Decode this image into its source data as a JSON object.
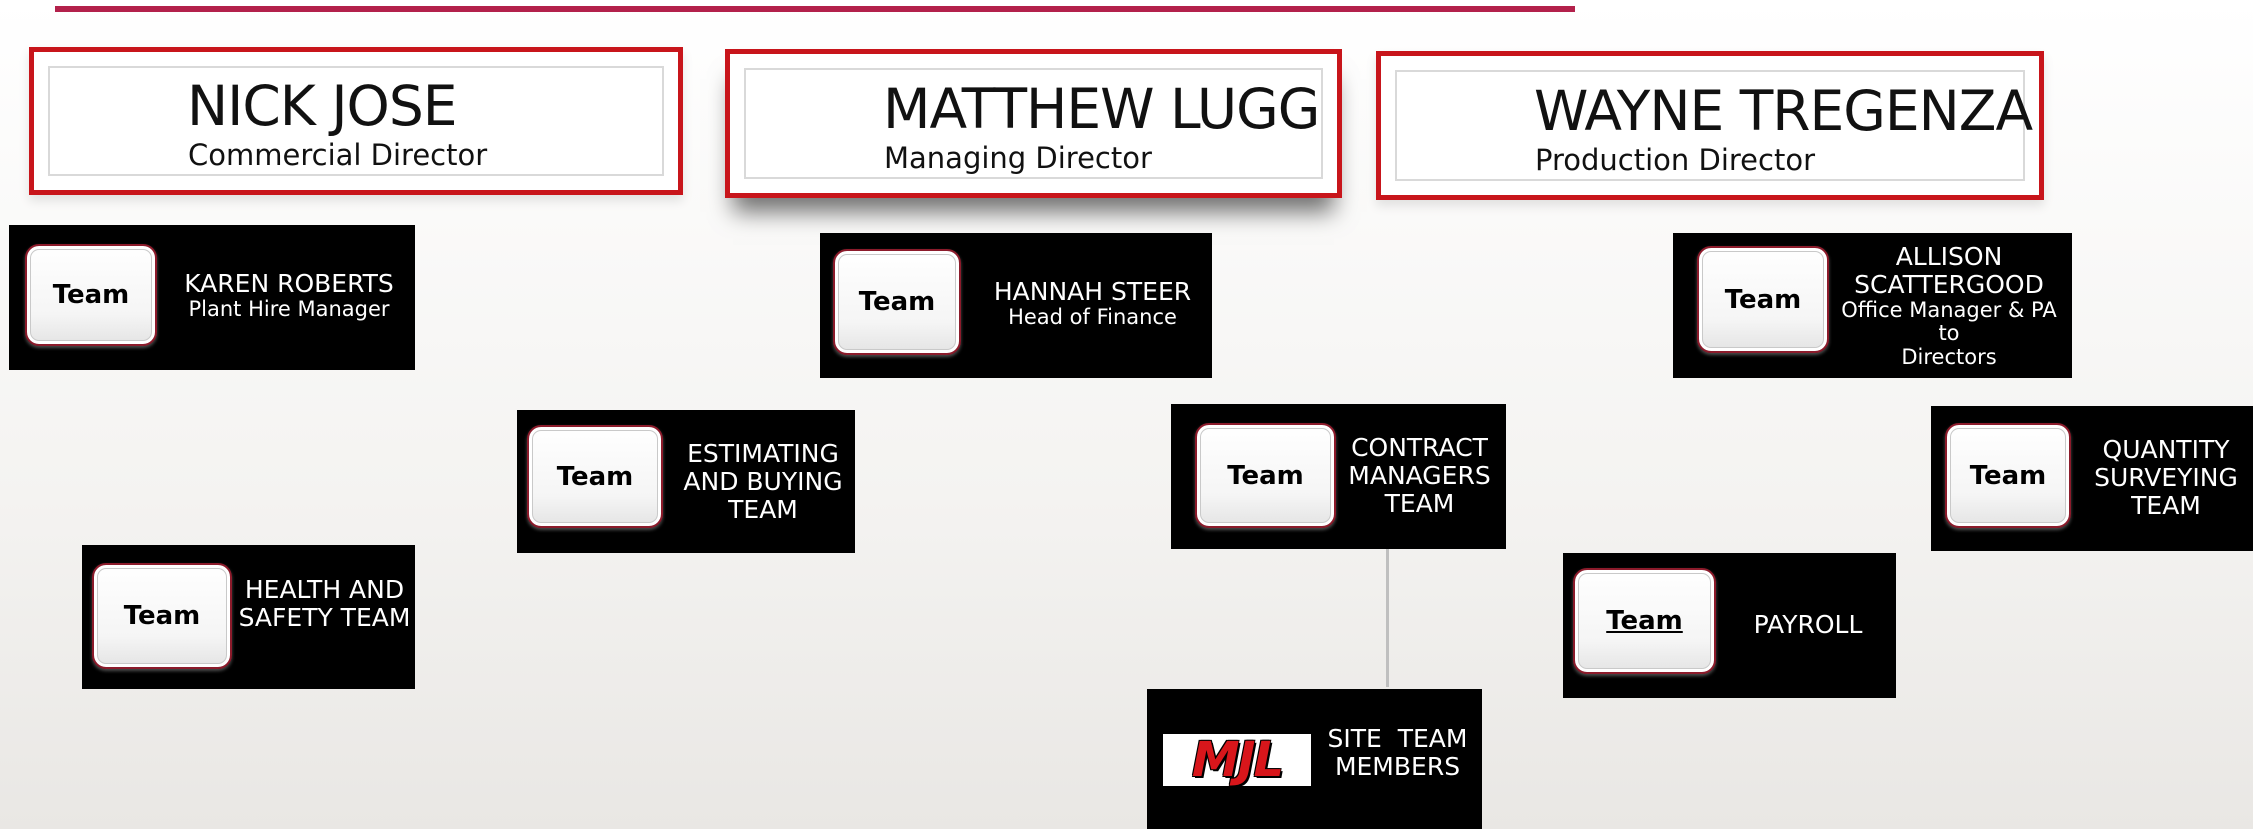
{
  "directors": {
    "nick": {
      "name": "NICK JOSE",
      "role": "Commercial Director"
    },
    "matthew": {
      "name": "MATTHEW LUGG",
      "role": "Managing Director"
    },
    "wayne": {
      "name": "WAYNE TREGENZA",
      "role": "Production Director"
    }
  },
  "team_label": "Team",
  "cards": {
    "karen": {
      "line1": "KAREN ROBERTS",
      "line2": "Plant Hire Manager"
    },
    "hannah": {
      "line1": "HANNAH STEER",
      "line2": "Head of Finance"
    },
    "allison": {
      "line1": "ALLISON",
      "line2": "SCATTERGOOD",
      "line3": "Office Manager & PA to",
      "line4": "Directors"
    },
    "estimating": {
      "line1": "ESTIMATING",
      "line2": "AND BUYING",
      "line3": "TEAM"
    },
    "contract": {
      "line1": "CONTRACT",
      "line2": "MANAGERS",
      "line3": "TEAM"
    },
    "quantity": {
      "line1": "QUANTITY",
      "line2": "SURVEYING",
      "line3": "TEAM"
    },
    "health": {
      "line1": "HEALTH AND",
      "line2": "SAFETY TEAM"
    },
    "payroll": {
      "line1": "PAYROLL"
    },
    "site": {
      "line1": "SITE  TEAM",
      "line2": "MEMBERS",
      "logo": "MJL"
    }
  },
  "colors": {
    "accent_red": "#c8151b",
    "top_line": "#b3214b",
    "card_bg": "#000000"
  }
}
